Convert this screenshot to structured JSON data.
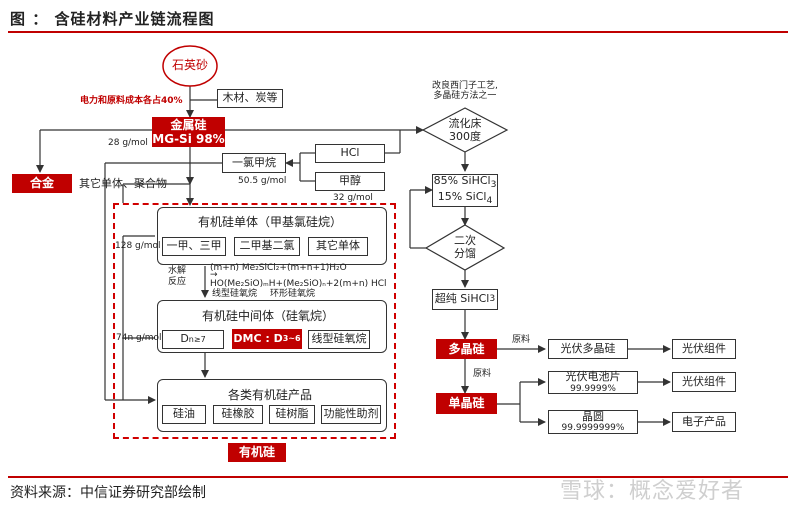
{
  "header": {
    "title": "图 ： 含硅材料产业链流程图"
  },
  "footer": {
    "source": "资料来源：中信证券研究部绘制",
    "watermark": "雪球：概念爱好者"
  },
  "nodes": {
    "quartz": "石英砂",
    "power_note": "电力和原料成本各占40%",
    "wood": "木材、炭等",
    "mg_si_line1": "金属硅",
    "mg_si_line2": "MG-Si 98%",
    "alloy": "合金",
    "other_mono": "其它单体、聚合物",
    "hcl": "HCl",
    "chloromethane": "一氯甲烷",
    "methanol": "甲醇",
    "fluid_bed_line1": "流化床",
    "fluid_bed_line2": "300度",
    "siemens_note": "改良西门子工艺,\n多晶硅方法之一",
    "sihcl3_85": "85% SiHCl",
    "sicl4_15": "15% SiCl",
    "distill_line1": "二次",
    "distill_line2": "分馏",
    "pure_sihcl3": "超纯 SiHCl",
    "poly_si": "多晶硅",
    "mono_si": "单晶硅",
    "raw1": "原料",
    "raw2": "原料",
    "pv_poly": "光伏多晶硅",
    "pv_module1": "光伏组件",
    "pv_cell_line1": "光伏电池片",
    "pv_cell_line2": "99.9999%",
    "pv_module2": "光伏组件",
    "wafer_line1": "晶圆",
    "wafer_line2": "99.9999999%",
    "electronics": "电子产品",
    "organosilicon": "有机硅"
  },
  "labels": {
    "g28": "28 g/mol",
    "g50": "50.5 g/mol",
    "g32": "32 g/mol",
    "g128": "128 g/mol",
    "g74": "74n g/mol",
    "hydrolysis1": "水解",
    "hydrolysis2": "反应",
    "eq_line1": "(m+n) Me₂SiCl₂+(m+n+1)H₂O",
    "eq_arrow": "→",
    "eq_line2": "HO(Me₂SiO)ₘH+(Me₂SiO)ₙ+2(m+n) HCl",
    "eq_linear": "线型硅氧烷",
    "eq_ring": "环形硅氧烷"
  },
  "monomer": {
    "title": "有机硅单体（甲基氯硅烷）",
    "items": [
      "一甲、三甲",
      "二甲基二氯",
      "其它单体"
    ]
  },
  "intermediate": {
    "title": "有机硅中间体（硅氧烷）",
    "d_label": "D",
    "d_sub": "n≥7",
    "dmc_label": "DMC : D",
    "dmc_sub": "3~6",
    "linear": "线型硅氧烷"
  },
  "products": {
    "title": "各类有机硅产品",
    "items": [
      "硅油",
      "硅橡胶",
      "硅树脂",
      "功能性助剂"
    ]
  },
  "colors": {
    "accent": "#c00000"
  }
}
